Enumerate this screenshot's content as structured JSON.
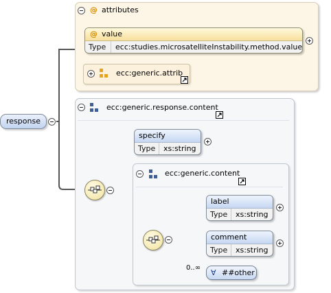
{
  "root": {
    "name": "response"
  },
  "attributes_group": {
    "title": "attributes",
    "at_symbol": "@"
  },
  "attribute_value": {
    "name": "value",
    "type_label": "Type",
    "type_value": "ecc:studies.microsatelliteInstability.method.values"
  },
  "attribute_group_ref": {
    "name": "ecc:generic.attrib"
  },
  "content_group": {
    "name": "ecc:generic.response.content"
  },
  "specify": {
    "name": "specify",
    "type_label": "Type",
    "type_value": "xs:string"
  },
  "inner_group": {
    "name": "ecc:generic.content"
  },
  "label": {
    "name": "label",
    "type_label": "Type",
    "type_value": "xs:string"
  },
  "comment": {
    "name": "comment",
    "type_label": "Type",
    "type_value": "xs:string"
  },
  "any": {
    "occurrence": "0..∞",
    "symbol": "∀",
    "name": "##other"
  },
  "colors": {
    "element_header": "#c6d7f2",
    "attribute_header": "#f8df9c",
    "attribute_group_bg": "#fdf5e6",
    "compositor": "#f1e29e"
  }
}
